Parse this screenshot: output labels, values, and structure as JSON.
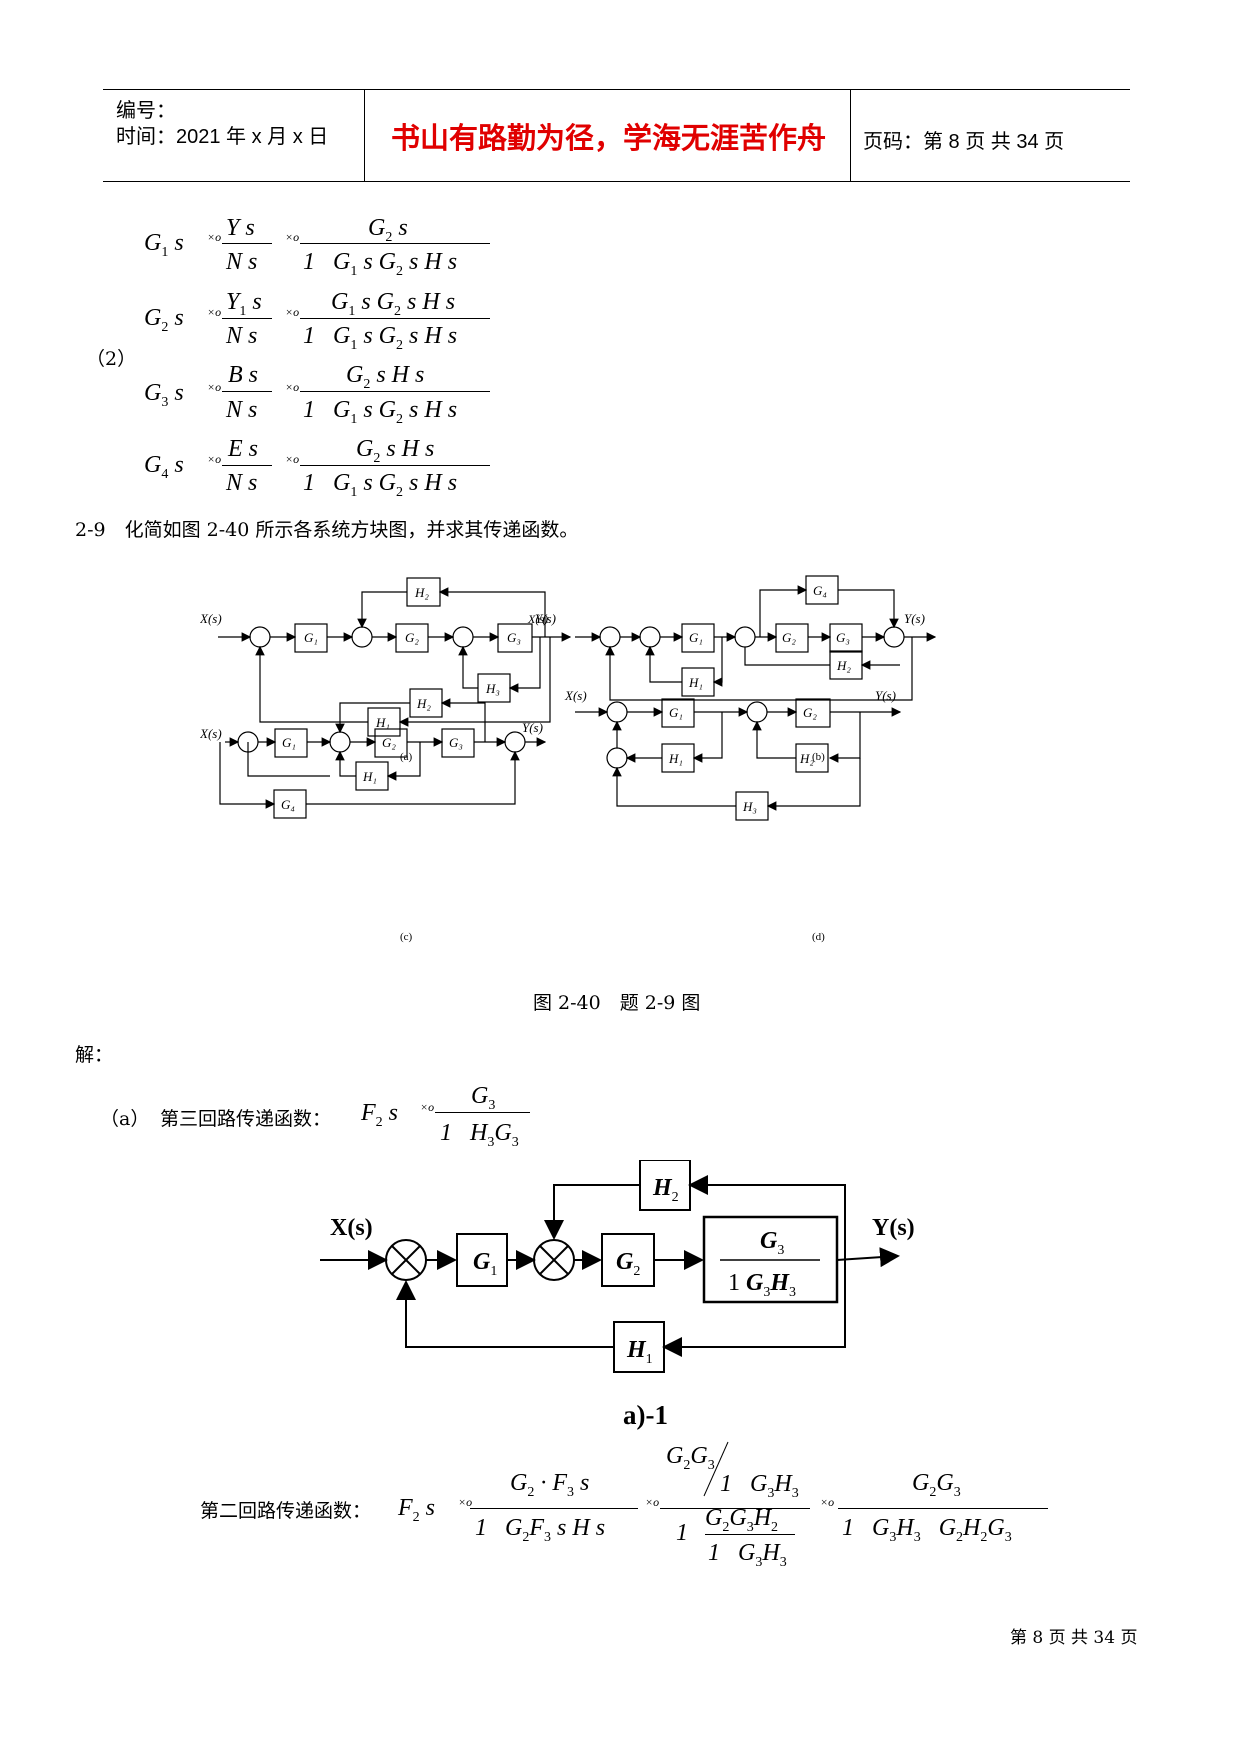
{
  "header": {
    "serial_label": "编号：",
    "time_label": "时间：2021 年 x 月 x 日",
    "motto": "书山有路勤为径，学海无涯苦作舟",
    "page_label": "页码：第 8 页 共 34 页"
  },
  "part2": {
    "label": "（2）",
    "eq1": {
      "lhs": "G₁ s",
      "num": "Y s",
      "den": "N s",
      "num2": "G₂ s",
      "den2": "1   G₁ s G₂ s H s"
    },
    "eq2": {
      "lhs": "G₂ s",
      "num": "Y₁ s",
      "den": "N s",
      "num2": "G₁ s G₂ s H s",
      "den2": "1   G₁ s G₂ s H s"
    },
    "eq3": {
      "lhs": "G₃ s",
      "num": "B s",
      "den": "N s",
      "num2": "G₂ s H s",
      "den2": "1   G₁ s G₂ s H s"
    },
    "eq4": {
      "lhs": "G₄ s",
      "num": "E s",
      "den": "N s",
      "num2": "G₂ s H s",
      "den2": "1   G₁ s G₂ s H s"
    }
  },
  "problem": {
    "text": "2-9　化简如图 2-40 所示各系统方块图，并求其传递函数。"
  },
  "figure": {
    "caption": "图 2-40　题 2-9 图",
    "sub_a": "(a)",
    "sub_b": "(b)",
    "sub_c": "(c)",
    "sub_d": "(d)"
  },
  "solution": {
    "label": "解：",
    "a_label": "（a）",
    "a_text": "第三回路传递函数：",
    "second_text": "第二回路传递函数："
  },
  "diagram_a1": {
    "caption": "a)-1",
    "input": "X(s)",
    "output": "Y(s)"
  },
  "footer": {
    "text": "第 8 页 共 34 页"
  }
}
